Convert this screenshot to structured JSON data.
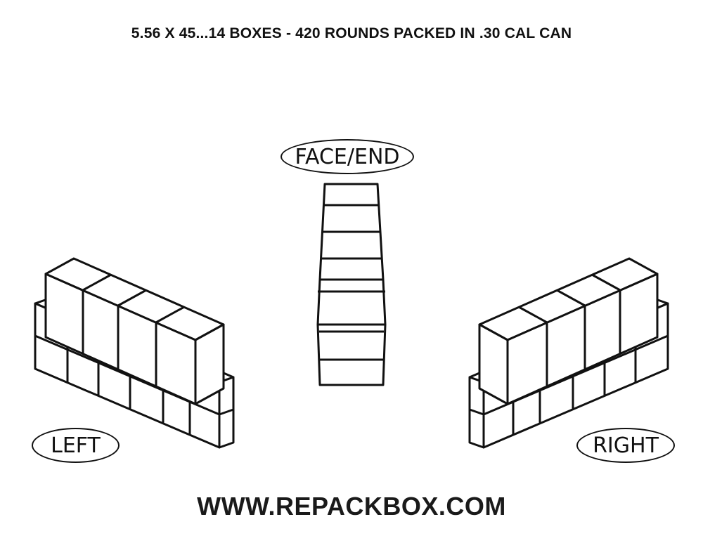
{
  "header": {
    "title": "5.56 X 45...14 BOXES - 420 ROUNDS PACKED IN .30 CAL CAN"
  },
  "views": {
    "face_end_label": "FACE/END",
    "left_label": "LEFT",
    "right_label": "RIGHT"
  },
  "footer": {
    "website": "WWW.REPACKBOX.COM"
  },
  "colors": {
    "line": "#111111",
    "background": "#ffffff"
  }
}
